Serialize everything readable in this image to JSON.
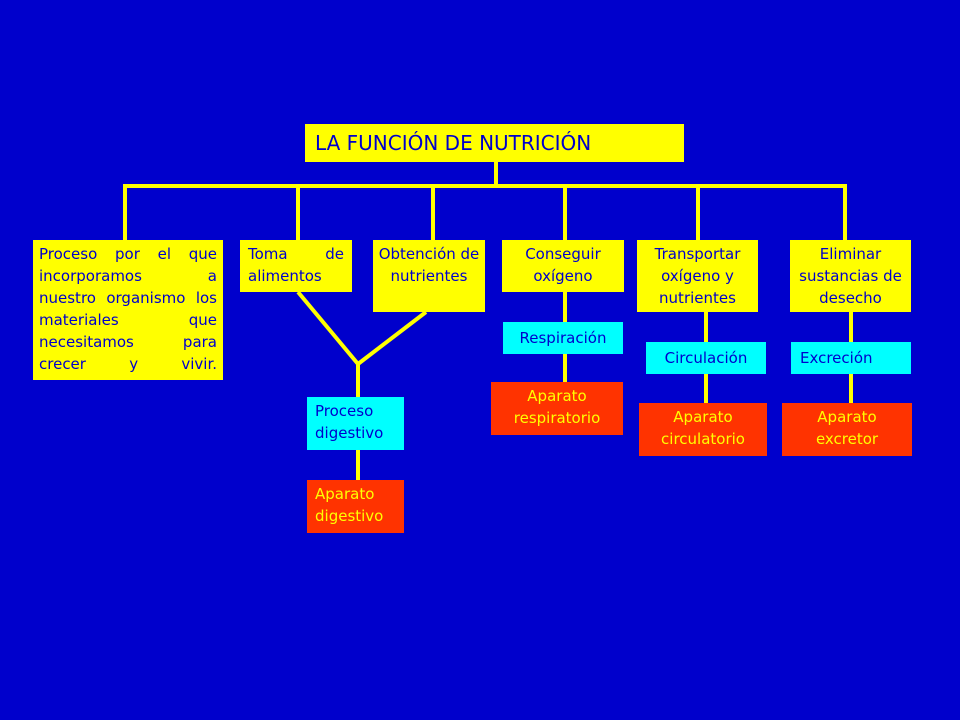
{
  "title": "LA FUNCIÓN DE NUTRICIÓN",
  "categories": {
    "definition": "Proceso por el que incorporamos a nuestro organismo los materiales que necesitamos para crecer y vivir.",
    "intake": "Toma de alimentos",
    "obtain": "Obtención de nutrientes",
    "oxygen": "Conseguir oxígeno",
    "transport": "Transportar oxígeno y nutrientes",
    "waste": "Eliminar sustancias de desecho"
  },
  "processes": {
    "digestive": "Proceso digestivo",
    "respiration": "Respiración",
    "circulation": "Circulación",
    "excretion": "Excreción"
  },
  "systems": {
    "digestive": "Aparato digestivo",
    "respiratory": "Aparato respiratorio",
    "circulatory": "Aparato circulatorio",
    "excretory": "Aparato excretor"
  },
  "colors": {
    "background": "#0000cc",
    "category": "#ffff00",
    "process": "#00ffff",
    "system": "#ff3300"
  }
}
